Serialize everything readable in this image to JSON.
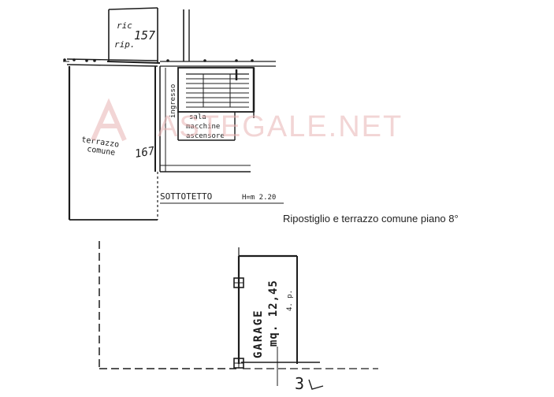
{
  "watermark": {
    "text": "ASTEGALE.NET"
  },
  "caption": "Ripostiglio e terrazzo comune piano 8°",
  "upper_plan": {
    "storage_label_line1": "ric",
    "storage_label_line2": "rip.",
    "storage_number": "157",
    "terrace_label_line1": "terrazzo",
    "terrace_label_line2": "comune",
    "terrace_number": "167",
    "entrance_label": "ingresso",
    "machine_room_line1": "sala",
    "machine_room_line2": "macchine",
    "machine_room_line3": "ascensore",
    "attic_label": "SOTTOTETTO",
    "attic_height": "H=m 2.20"
  },
  "lower_plan": {
    "garage_label": "GARAGE",
    "garage_area": "mq. 12,45",
    "garage_side_note": "4. p.",
    "sheet_number": "3"
  },
  "colors": {
    "ink": "#1c1c1c",
    "watermark": "#e9b3b3"
  }
}
